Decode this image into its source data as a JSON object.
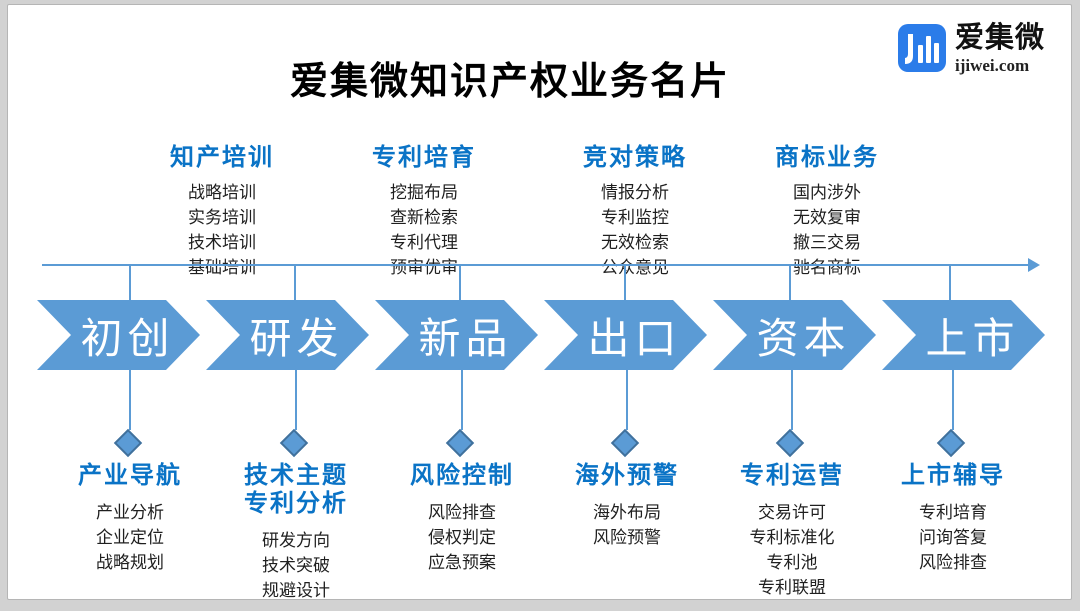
{
  "page": {
    "title": "爱集微知识产权业务名片"
  },
  "logo": {
    "icon": "ijiwei-bars-logo-icon",
    "brand": "爱集微",
    "domain": "ijiwei.com"
  },
  "colors": {
    "chevron_blue": "#5B9BD5",
    "line_blue": "#5B9BD5",
    "diamond_border": "#41719C",
    "title_blue": "#0A73C6",
    "logo_blue": "#2B7CE9"
  },
  "stages": [
    "初创",
    "研发",
    "新品",
    "出口",
    "资本",
    "上市"
  ],
  "top_services": [
    {
      "title": "知产培训",
      "items": [
        "战略培训",
        "实务培训",
        "技术培训",
        "基础培训"
      ]
    },
    {
      "title": "专利培育",
      "items": [
        "挖掘布局",
        "查新检索",
        "专利代理",
        "预审优审"
      ]
    },
    {
      "title": "竞对策略",
      "items": [
        "情报分析",
        "专利监控",
        "无效检索",
        "公众意见"
      ]
    },
    {
      "title": "商标业务",
      "items": [
        "国内涉外",
        "无效复审",
        "撤三交易",
        "驰名商标"
      ]
    }
  ],
  "bottom_services": [
    {
      "title": "产业导航",
      "title2": "",
      "items": [
        "产业分析",
        "企业定位",
        "战略规划"
      ]
    },
    {
      "title": "技术主题",
      "title2": "专利分析",
      "items": [
        "研发方向",
        "技术突破",
        "规避设计"
      ]
    },
    {
      "title": "风险控制",
      "title2": "",
      "items": [
        "风险排查",
        "侵权判定",
        "应急预案"
      ]
    },
    {
      "title": "海外预警",
      "title2": "",
      "items": [
        "海外布局",
        "风险预警"
      ]
    },
    {
      "title": "专利运营",
      "title2": "",
      "items": [
        "交易许可",
        "专利标准化",
        "专利池",
        "专利联盟"
      ]
    },
    {
      "title": "上市辅导",
      "title2": "",
      "items": [
        "专利培育",
        "问询答复",
        "风险排查"
      ]
    }
  ]
}
